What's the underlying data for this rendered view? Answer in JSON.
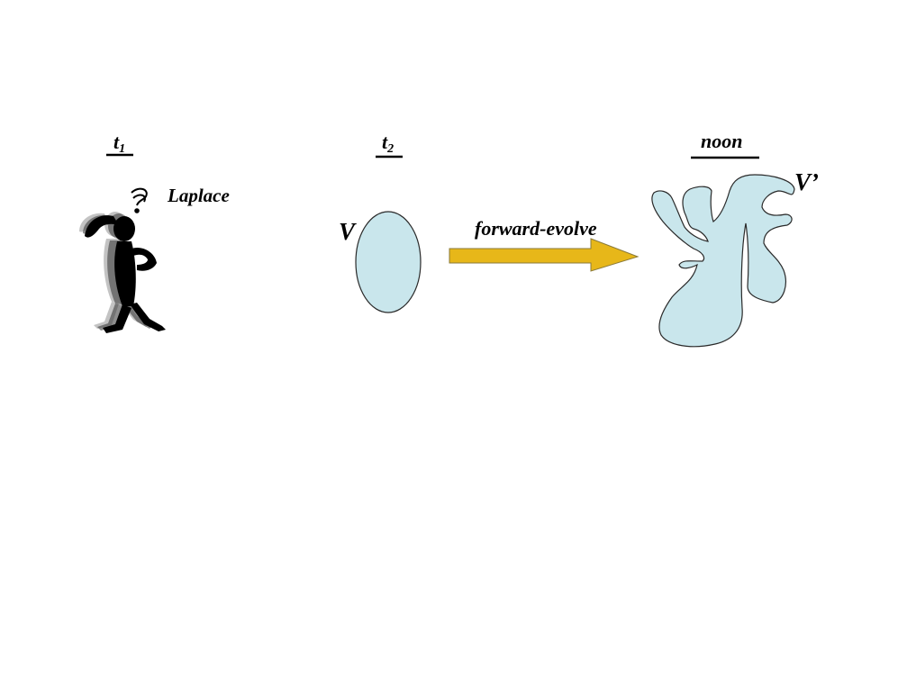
{
  "time_labels": {
    "t1": {
      "base": "t",
      "subscript": "1"
    },
    "t2": {
      "base": "t",
      "subscript": "2"
    },
    "noon": "noon"
  },
  "person_label": "Laplace",
  "region_start_label": "V",
  "region_end_label": "V’",
  "arrow_label": "forward-evolve",
  "colors": {
    "region_fill": "#c9e6ec",
    "region_stroke": "#2a2a2a",
    "arrow_fill": "#e7b719",
    "arrow_stroke": "#8a7a3a",
    "text": "#000000"
  },
  "icons": {
    "person": "puzzled-thinking-person-icon"
  }
}
